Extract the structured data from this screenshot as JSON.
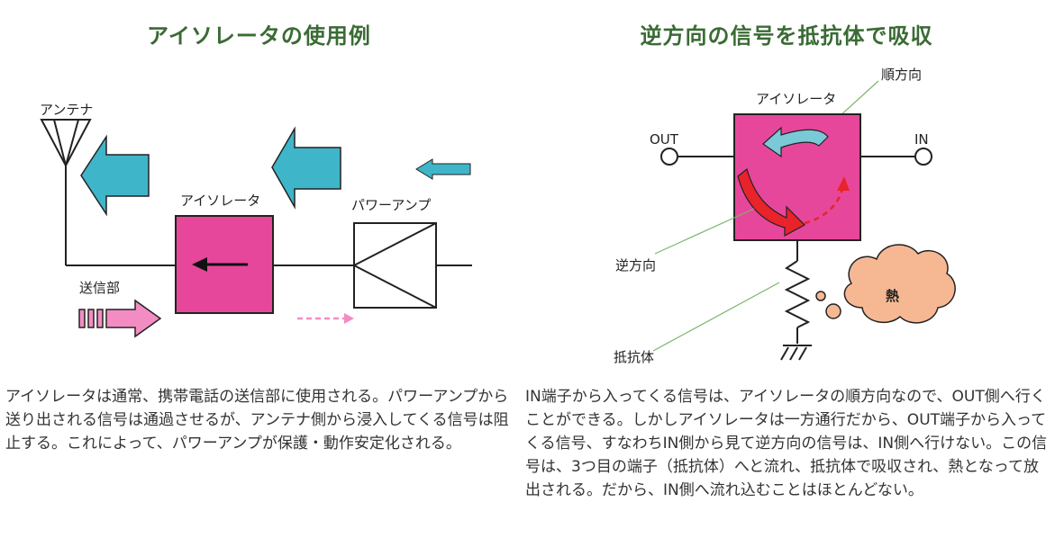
{
  "left": {
    "title": "アイソレータの使用例",
    "labels": {
      "antenna": "アンテナ",
      "isolator": "アイソレータ",
      "power_amp": "パワーアンプ",
      "transmitter": "送信部"
    },
    "caption": "アイソレータは通常、携帯電話の送信部に使用される。パワーアンプから送り出される信号は通過させるが、アンテナ側から浸入してくる信号は阻止する。これによって、パワーアンプが保護・動作安定化される。"
  },
  "right": {
    "title": "逆方向の信号を抵抗体で吸収",
    "labels": {
      "forward": "順方向",
      "isolator": "アイソレータ",
      "out": "OUT",
      "in": "IN",
      "reverse": "逆方向",
      "resistor": "抵抗体",
      "heat": "熱"
    },
    "caption": "IN端子から入ってくる信号は、アイソレータの順方向なので、OUT側へ行くことができる。しかしアイソレータは一方通行だから、OUT端子から入ってくる信号、すなわちIN側から見て逆方向の信号は、IN側へ行けない。この信号は、3つ目の端子（抵抗体）へと流れ、抵抗体で吸収され、熱となって放出される。だから、IN側へ流れ込むことはほとんどない。"
  },
  "colors": {
    "title": "#3a6b34",
    "isolator_pink": "#e6479b",
    "arrow_cyan": "#3fb5c9",
    "arrow_pink_light": "#f48cc4",
    "arrow_red": "#e8232a",
    "heat_cloud": "#f6b893"
  }
}
